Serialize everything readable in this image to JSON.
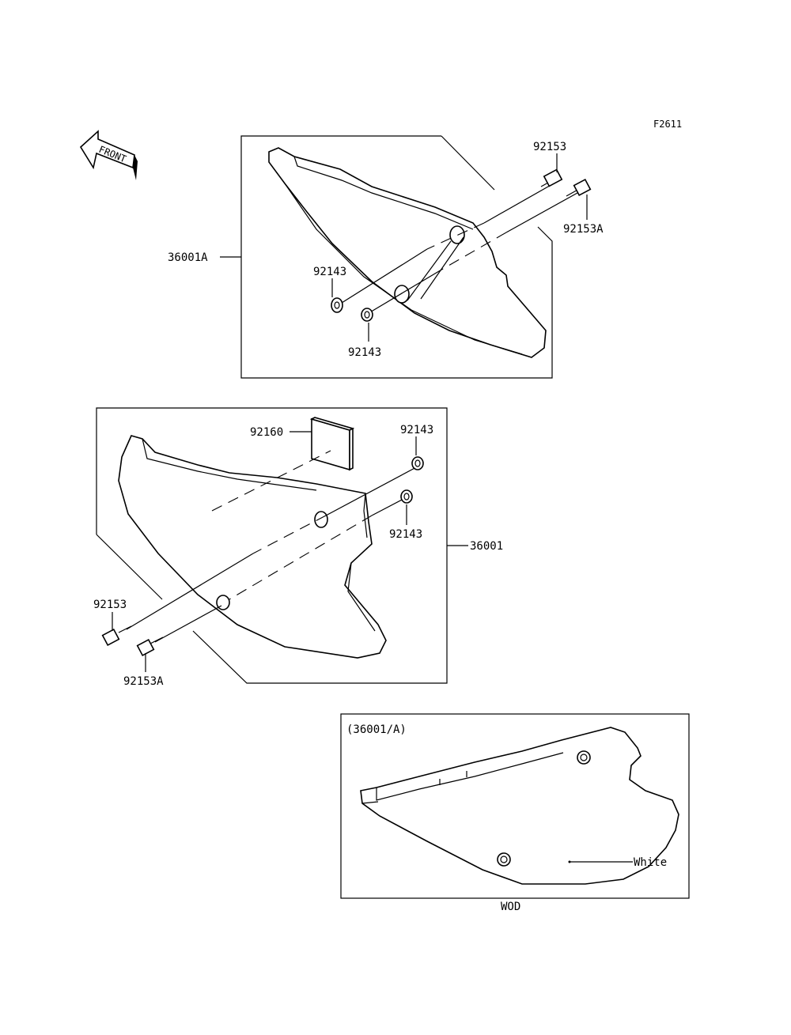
{
  "figure_code": "F2611",
  "front_label": "FRONT",
  "labels": {
    "upper_bolt": "92153",
    "upper_bolt_a": "92153A",
    "upper_cover": "36001A",
    "upper_collar_1": "92143",
    "upper_collar_2": "92143",
    "lower_pad": "92160",
    "lower_collar_1": "92143",
    "lower_collar_2": "92143",
    "lower_cover": "36001",
    "lower_bolt": "92153",
    "lower_bolt_a": "92153A"
  },
  "inset": {
    "title": "(36001/A)",
    "color_label": "White",
    "caption": "WOD"
  }
}
